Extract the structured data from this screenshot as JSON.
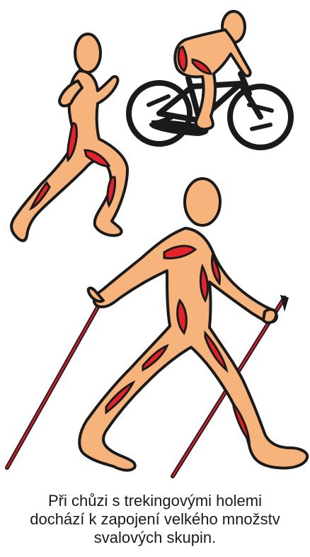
{
  "caption": {
    "line1": "Při chůzi s trekingovými holemi",
    "line2": "dochází k zapojení velkého množstv",
    "line3": "svalových skupin."
  },
  "colors": {
    "skin": "#f7b37c",
    "muscle": "#e3222a",
    "outline": "#1a1a1a",
    "pole_accent": "#d01f2a",
    "background": "#ffffff"
  }
}
